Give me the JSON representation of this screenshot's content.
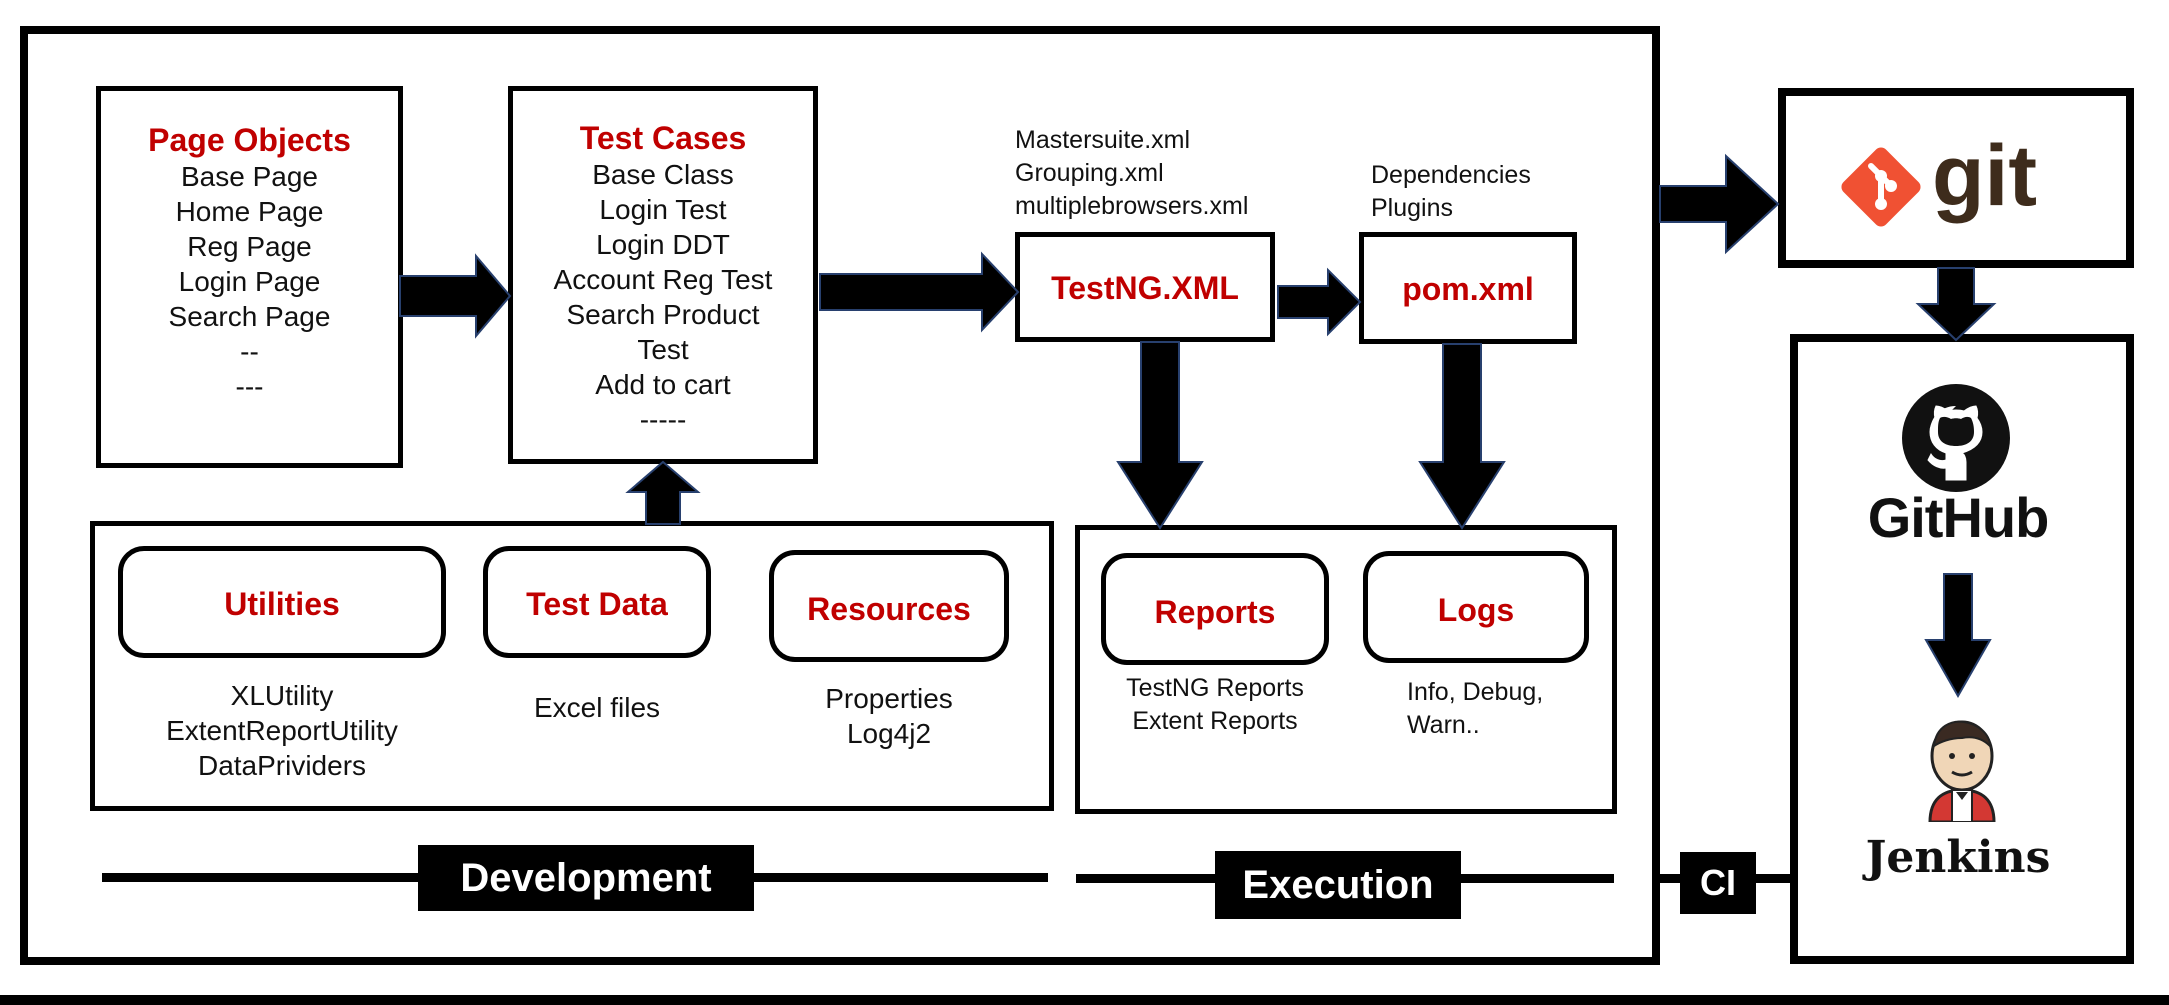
{
  "page_objects": {
    "title": "Page Objects",
    "items": [
      "Base Page",
      "Home Page",
      "Reg Page",
      "Login Page",
      "Search Page",
      "--",
      "---"
    ]
  },
  "test_cases": {
    "title": "Test Cases",
    "items": [
      "Base Class",
      "Login Test",
      "Login DDT",
      "Account Reg Test",
      "Search Product",
      "Test",
      "Add to cart",
      "-----"
    ]
  },
  "testng": {
    "title": "TestNG.XML",
    "notes": [
      "Mastersuite.xml",
      "Grouping.xml",
      "multiplebrowsers.xml"
    ]
  },
  "pom": {
    "title": "pom.xml",
    "notes": [
      "Dependencies",
      "Plugins"
    ]
  },
  "development": {
    "utilities": {
      "title": "Utilities",
      "items": [
        "XLUtility",
        "ExtentReportUtility",
        "DataPrividers"
      ]
    },
    "test_data": {
      "title": "Test Data",
      "items": [
        "Excel files"
      ]
    },
    "resources": {
      "title": "Resources",
      "items": [
        "Properties",
        "Log4j2"
      ]
    }
  },
  "execution": {
    "reports": {
      "title": "Reports",
      "items": [
        "TestNG Reports",
        "Extent Reports"
      ]
    },
    "logs": {
      "title": "Logs",
      "items": [
        "Info, Debug,",
        "Warn.."
      ]
    }
  },
  "labels": {
    "development": "Development",
    "execution": "Execution",
    "ci": "CI"
  },
  "logos": {
    "git": "git",
    "github": "GitHub",
    "jenkins": "Jenkins"
  },
  "colors": {
    "accent_red": "#c00000",
    "git_orange": "#f05133",
    "git_text": "#3e2c1c"
  }
}
